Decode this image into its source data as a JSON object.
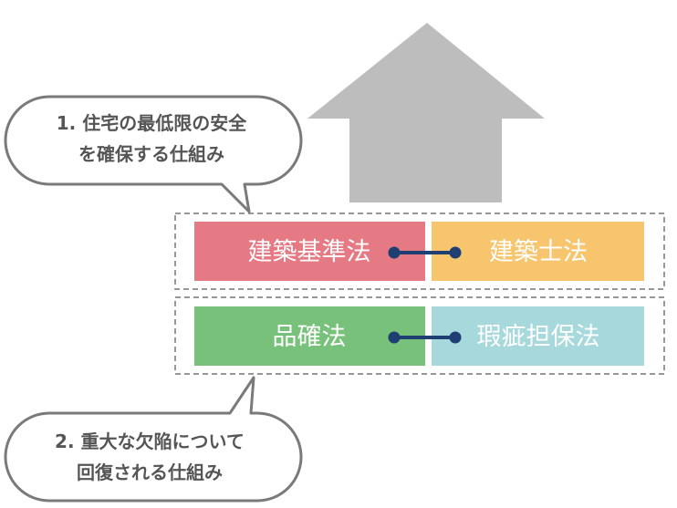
{
  "colors": {
    "house": "#BDBDBD",
    "kenchiku_kijun": "#E57A84",
    "kenchikushi": "#F7C56E",
    "hinkaku": "#77C17A",
    "kashi_tanpo": "#A7D8DC",
    "connector": "#1F3F73",
    "dashed_frame": "#777777",
    "callout_border": "#7A7A7A",
    "callout_text": "#555555"
  },
  "callouts": {
    "top": {
      "line1": "1. 住宅の最低限の安全",
      "line2": "を確保する仕組み"
    },
    "bottom": {
      "line1": "2. 重大な欠陥について",
      "line2": "回復される仕組み"
    }
  },
  "rows": {
    "top": {
      "left_label": "建築基準法",
      "right_label": "建築士法"
    },
    "bottom": {
      "left_label": "品確法",
      "right_label": "瑕疵担保法"
    }
  }
}
